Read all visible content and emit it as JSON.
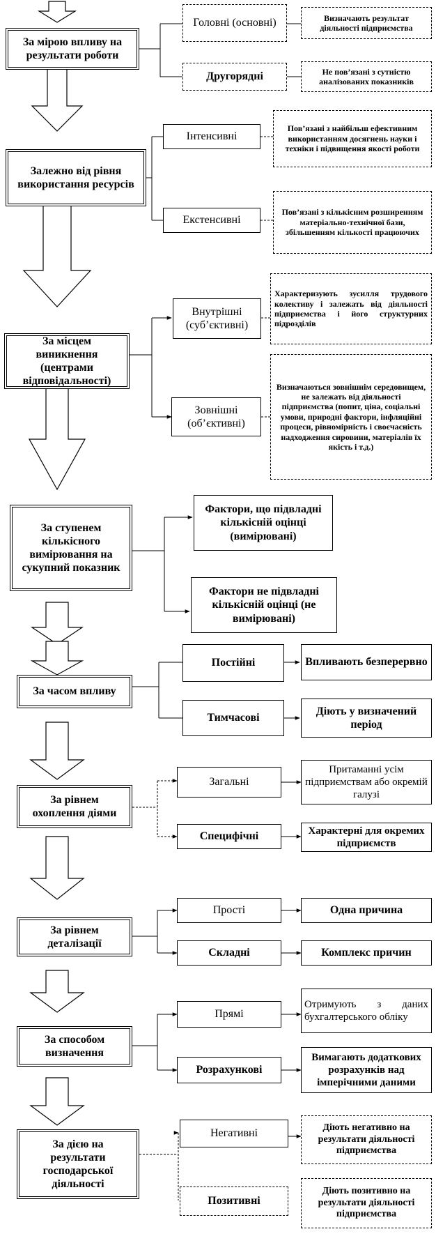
{
  "groups": [
    {
      "category": "За мірою впливу на результати роботи",
      "items": [
        {
          "label": "Головні (основні)",
          "desc": "Визначають результат діяльності підприємства"
        },
        {
          "label": "Другорядні",
          "desc": "Не пов’язані з сутністю аналізованих показників"
        }
      ]
    },
    {
      "category": "Залежно від рівня використання ресурсів",
      "items": [
        {
          "label": "Інтенсивні",
          "desc": "Пов’язані з найбільш ефективним використанням досягнень науки і техніки і підвищення якості роботи"
        },
        {
          "label": "Екстенсивні",
          "desc": "Пов’язані з кількісним розширенням матеріально-технічної бази, збільшенням кількості працюючих"
        }
      ]
    },
    {
      "category": "За місцем виникнення (центрами відповідальності)",
      "items": [
        {
          "label": "Внутрішні (суб’єктивні)",
          "desc": "Характеризують зусилля трудового колективу і залежать від діяльності підприємства і його структурних підрозділів"
        },
        {
          "label": "Зовнішні (об’єктивні)",
          "desc": "Визначаються зовнішнім середовищем, не залежать від діяльності підприємства (попит, ціна, соціальні умови, природні фактори, інфляційні процеси, рівномірність і своєчасність надходження сировини, матеріалів їх якість і т.д.)"
        }
      ]
    },
    {
      "category": "За ступенем кількісного вимірювання на сукупний показник",
      "items": [
        {
          "label": "Фактори, що підвладні кількісній оцінці (вимірювані)",
          "desc": ""
        },
        {
          "label": "Фактори не підвладні кількісній оцінці (не вимірювані)",
          "desc": ""
        }
      ]
    },
    {
      "category": "За часом впливу",
      "items": [
        {
          "label": "Постійні",
          "desc": "Впливають безперервно"
        },
        {
          "label": "Тимчасові",
          "desc": "Діють у визначений період"
        }
      ]
    },
    {
      "category": "За рівнем охоплення діями",
      "items": [
        {
          "label": "Загальні",
          "desc": "Притаманні усім підприємствам або окремій галузі"
        },
        {
          "label": "Специфічні",
          "desc": "Характерні для окремих підприємств"
        }
      ]
    },
    {
      "category": "За рівнем деталізації",
      "items": [
        {
          "label": "Прості",
          "desc": "Одна причина"
        },
        {
          "label": "Складні",
          "desc": "Комплекс причин"
        }
      ]
    },
    {
      "category": "За способом визначення",
      "items": [
        {
          "label": "Прямі",
          "desc": "Отримують з даних бухгалтерського обліку"
        },
        {
          "label": "Розрахункові",
          "desc": "Вимагають додаткових розрахунків над імперічними даними"
        }
      ]
    },
    {
      "category": "За дією на результати господарської діяльності",
      "items": [
        {
          "label": "Негативні",
          "desc": "Діють негативно на результати діяльності підприємства"
        },
        {
          "label": "Позитивні",
          "desc": "Діють позитивно на результати діяльності підприємства"
        }
      ]
    }
  ]
}
